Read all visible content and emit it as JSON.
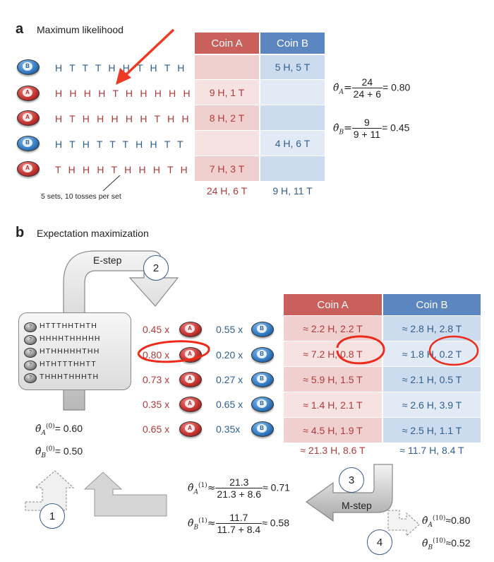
{
  "panel_a": {
    "letter": "a",
    "title": "Maximum likelihood",
    "rows": [
      {
        "coin": "B",
        "seq": "H T T T H H T H T H",
        "color": "blue"
      },
      {
        "coin": "A",
        "seq": "H H H H T H H H H H",
        "color": "red"
      },
      {
        "coin": "A",
        "seq": "H T H H H H H T H H",
        "color": "red"
      },
      {
        "coin": "B",
        "seq": "H T H T T T H H T T",
        "color": "blue"
      },
      {
        "coin": "A",
        "seq": "T H H H T H H H T H",
        "color": "red"
      }
    ],
    "table": {
      "header_a": "Coin A",
      "header_b": "Coin B",
      "cells_a": [
        "",
        "9 H, 1 T",
        "8 H, 2 T",
        "",
        "7 H, 3 T"
      ],
      "cells_b": [
        "5 H, 5 T",
        "",
        "",
        "4 H, 6 T",
        ""
      ],
      "total_a": "24 H, 6 T",
      "total_b": "9 H, 11 T"
    },
    "note": "5 sets, 10 tosses per set",
    "theta_a": {
      "num": "24",
      "den": "24 + 6",
      "val": "= 0.80"
    },
    "theta_b": {
      "num": "9",
      "den": "9 + 11",
      "val": "= 0.45"
    }
  },
  "panel_b": {
    "letter": "b",
    "title": "Expectation maximization",
    "e_step": "E-step",
    "m_step": "M-step",
    "steps": [
      "1",
      "2",
      "3",
      "4"
    ],
    "mini_rows": [
      "HTTTHHTHTH",
      "HHHHTHHHHH",
      "HTHHHHHTHH",
      "HTHTTTHHTT",
      "THHHTHHHTH"
    ],
    "mini_coin_label": "?",
    "weights_a": [
      "0.45 x",
      "0.80 x",
      "0.73 x",
      "0.35 x",
      "0.65 x"
    ],
    "weights_b": [
      "0.55 x",
      "0.20 x",
      "0.27 x",
      "0.65 x",
      "0.35x"
    ],
    "table": {
      "header_a": "Coin A",
      "header_b": "Coin B",
      "cells_a": [
        "≈ 2.2 H, 2.2 T",
        "≈ 7.2 H, 0.8 T",
        "≈ 5.9 H, 1.5 T",
        "≈ 1.4 H, 2.1 T",
        "≈ 4.5 H, 1.9 T"
      ],
      "cells_b": [
        "≈ 2.8 H, 2.8 T",
        "≈ 1.8 H, 0.2 T",
        "≈ 2.1 H, 0.5 T",
        "≈ 2.6 H, 3.9 T",
        "≈ 2.5 H, 1.1 T"
      ],
      "total_a": "≈ 21.3 H, 8.6 T",
      "total_b": "≈ 11.7 H, 8.4 T"
    },
    "init_a": "= 0.60",
    "init_b": "= 0.50",
    "iter1_a": {
      "num": "21.3",
      "den": "21.3 + 8.6",
      "val": "≈ 0.71"
    },
    "iter1_b": {
      "num": "11.7",
      "den": "11.7 + 8.4",
      "val": "≈ 0.58"
    },
    "final_a": "≈0.80",
    "final_b": "≈0.52"
  },
  "colors": {
    "coin_a_header": "#c9605c",
    "coin_b_header": "#5b86c0",
    "red_text": "#b03a3a",
    "blue_text": "#2e5f8f",
    "highlight": "#ee2a1a"
  }
}
